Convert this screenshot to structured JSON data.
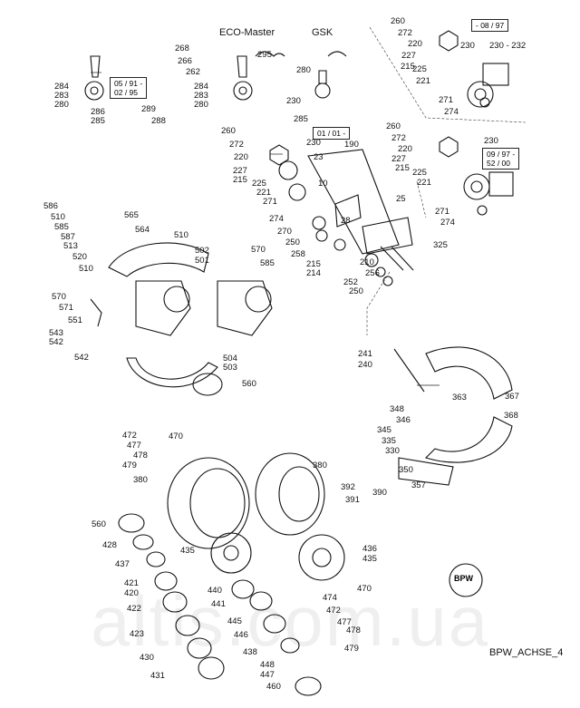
{
  "headers": {
    "eco_master": "ECO-Master",
    "gsk": "GSK"
  },
  "boxes": {
    "date_left": [
      "05 / 91 -",
      "02 / 95"
    ],
    "date_mid": [
      "01 / 01 -"
    ],
    "date_tr": [
      "- 08 / 97"
    ],
    "date_r2": [
      "09 / 97 -",
      "52 / 00"
    ]
  },
  "labels": [
    "268",
    "266",
    "262",
    "295",
    "280",
    "284",
    "283",
    "280",
    "284",
    "283",
    "280",
    "289",
    "286",
    "285",
    "288",
    "230",
    "285",
    "260",
    "272",
    "230",
    "220",
    "227",
    "215",
    "225",
    "221",
    "271",
    "190",
    "23",
    "10",
    "25",
    "274",
    "270",
    "250",
    "258",
    "28",
    "215",
    "214",
    "210",
    "256",
    "252",
    "250",
    "325",
    "260",
    "272",
    "220",
    "227",
    "215",
    "225",
    "221",
    "271",
    "274",
    "230",
    "230 - 232",
    "260",
    "272",
    "220",
    "227",
    "215",
    "225",
    "221",
    "271",
    "274",
    "230",
    "586",
    "510",
    "585",
    "587",
    "565",
    "564",
    "510",
    "513",
    "520",
    "510",
    "502",
    "501",
    "570",
    "585",
    "570",
    "571",
    "551",
    "543",
    "542",
    "542",
    "504",
    "503",
    "560",
    "241",
    "240",
    "348",
    "346",
    "345",
    "335",
    "330",
    "350",
    "357",
    "363",
    "367",
    "368",
    "472",
    "470",
    "477",
    "478",
    "479",
    "380",
    "380",
    "392",
    "391",
    "390",
    "560",
    "428",
    "437",
    "421",
    "420",
    "422",
    "423",
    "430",
    "431",
    "435",
    "436",
    "435",
    "440",
    "441",
    "445",
    "446",
    "438",
    "448",
    "447",
    "460",
    "474",
    "472",
    "470",
    "477",
    "478",
    "479"
  ],
  "reference": "BPW_ACHSE_4",
  "logo_text": "BPW",
  "watermark": "altis.com.ua"
}
